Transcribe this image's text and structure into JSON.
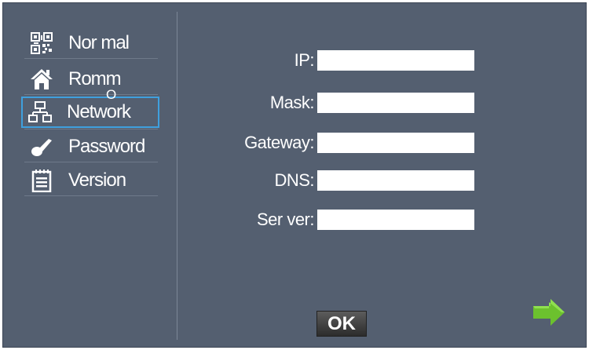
{
  "sidebar": {
    "items": [
      {
        "label": "Nor mal",
        "icon": "qr-code-icon"
      },
      {
        "label": "Romm",
        "icon": "home-icon"
      },
      {
        "label": "Network",
        "icon": "network-icon"
      },
      {
        "label": "Password",
        "icon": "key-icon"
      },
      {
        "label": "Version",
        "icon": "notepad-icon"
      }
    ],
    "selected": "Network"
  },
  "cursor_glyph": "O",
  "form": {
    "ip_label": "IP:",
    "mask_label": "Mask:",
    "gateway_label": "Gateway:",
    "dns_label": "DNS:",
    "server_label": "Ser ver:",
    "ip_value": "",
    "mask_value": "",
    "gateway_value": "",
    "dns_value": "",
    "server_value": ""
  },
  "actions": {
    "ok_label": "OK",
    "next_icon": "right-arrow-icon"
  },
  "colors": {
    "background": "#545f70",
    "selection_outline": "#3fa0de",
    "next_arrow": "#6cc12e"
  }
}
